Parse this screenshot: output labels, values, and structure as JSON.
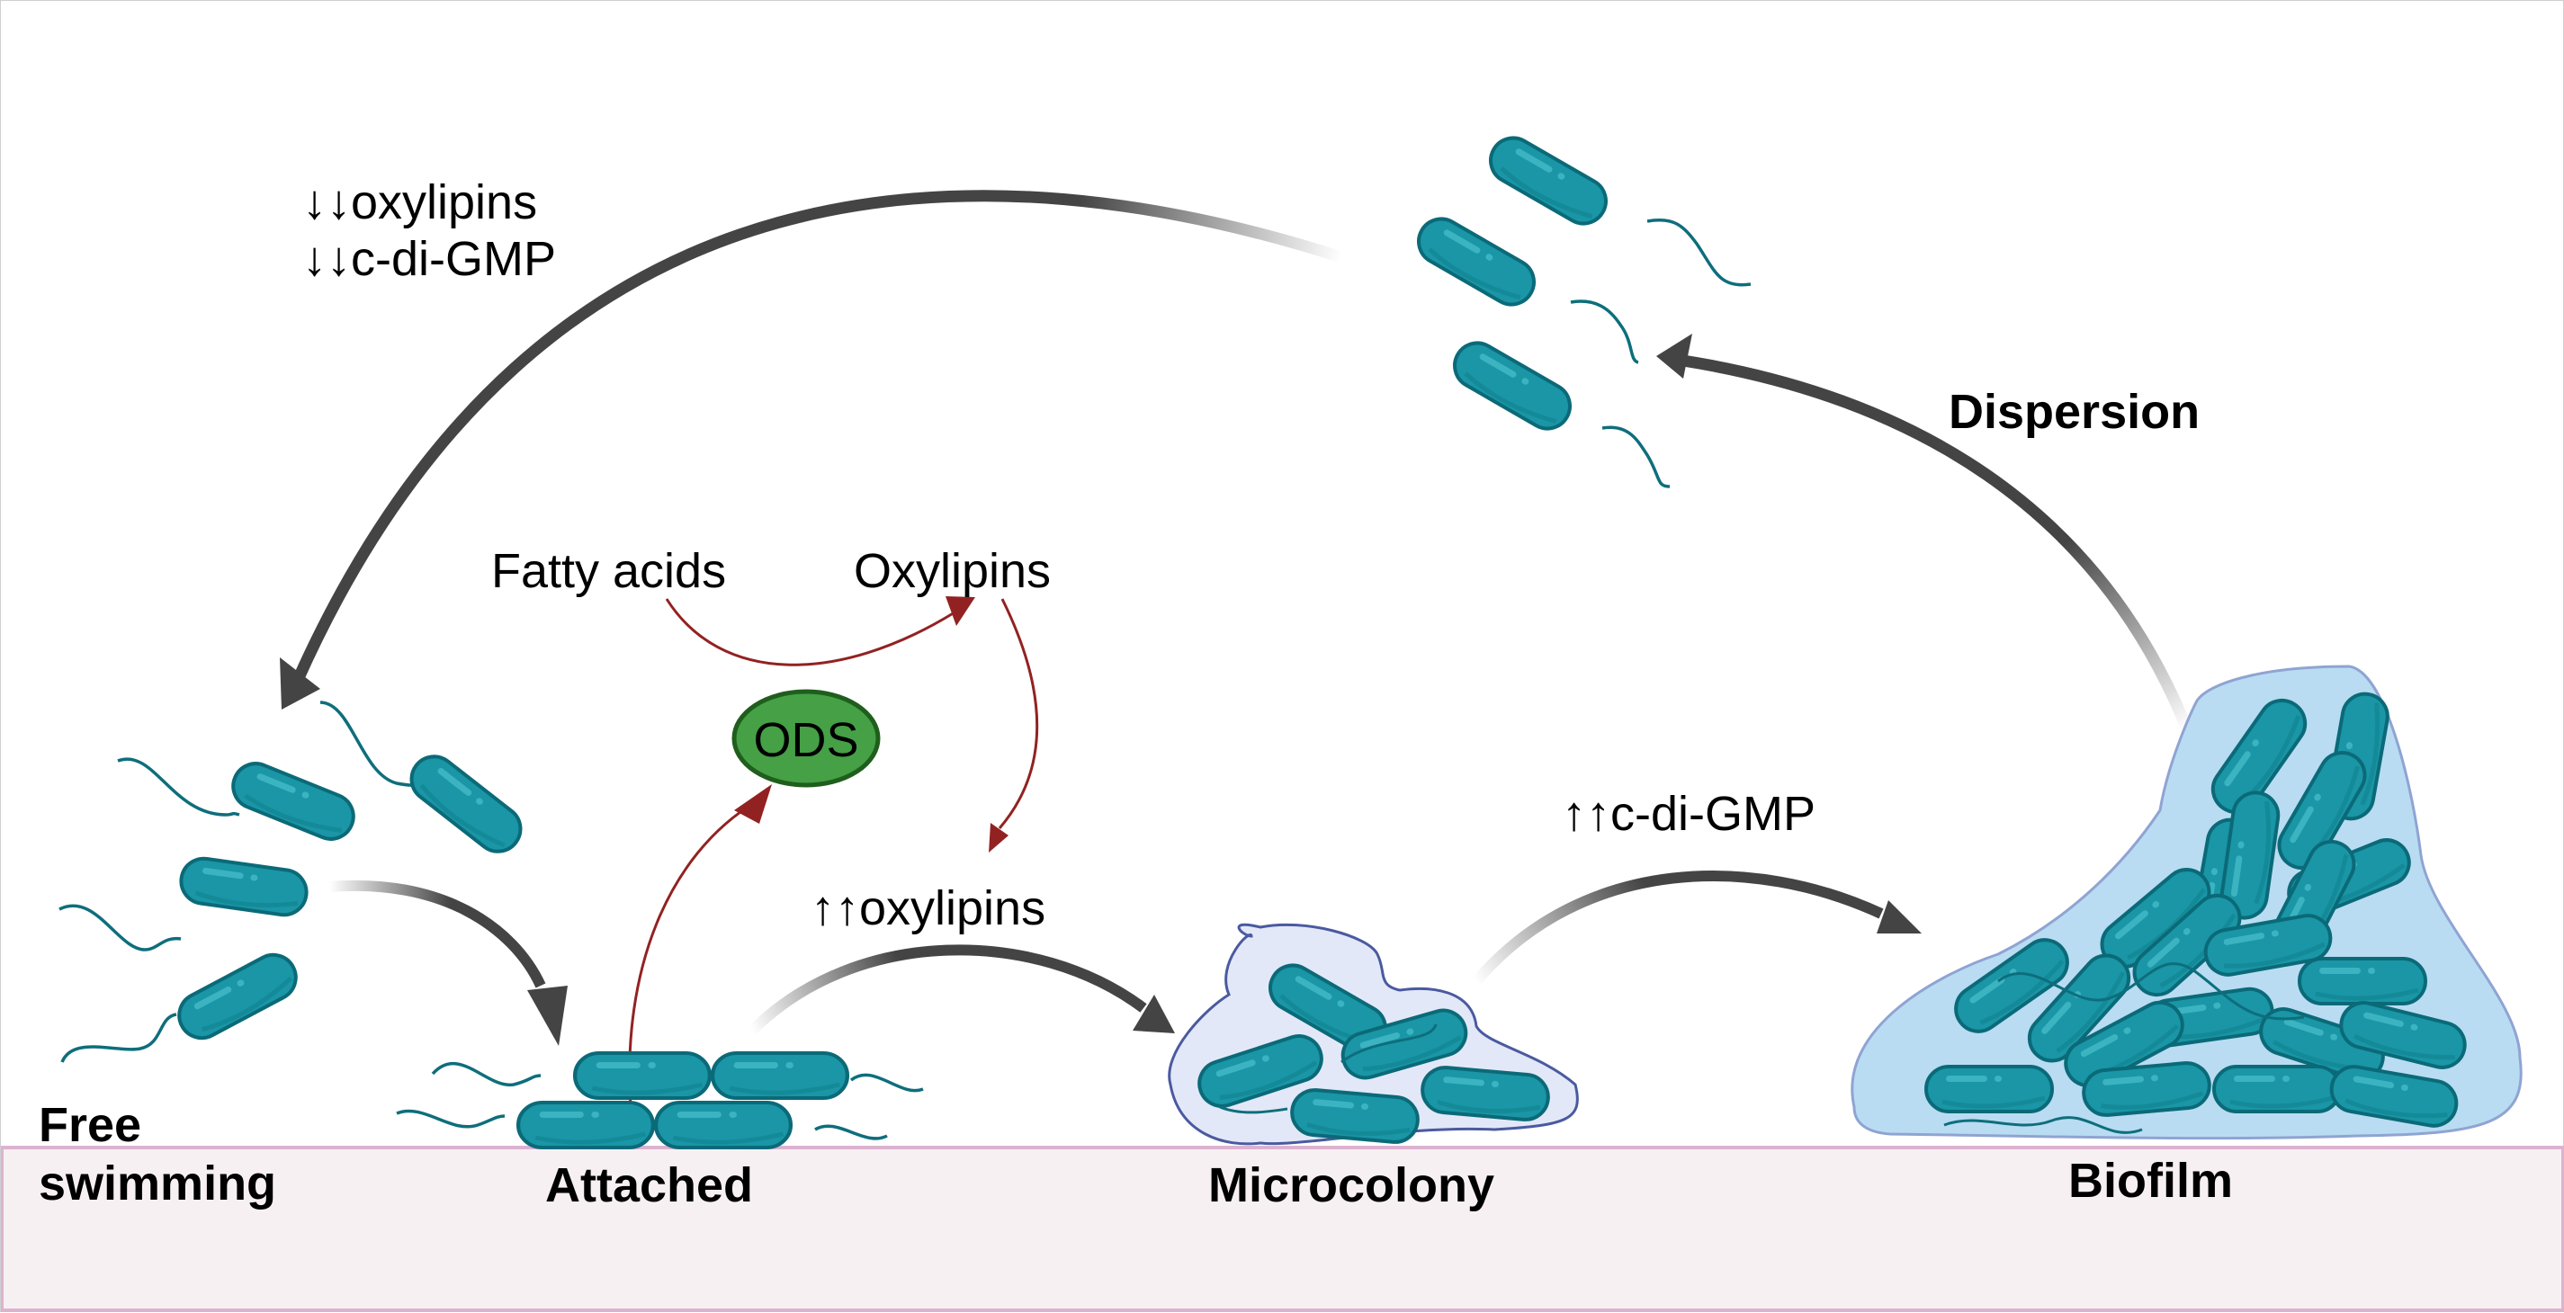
{
  "figure": {
    "title": "Biofilm life cycle and oxylipin signaling",
    "colors": {
      "bacterium_fill": "#1a96a6",
      "bacterium_stroke": "#0b6a78",
      "bacterium_highlight": "#3bb3c1",
      "flagellum": "#0e6e7c",
      "arrow_dark": "#444444",
      "arrow_red": "#922222",
      "ods_fill": "#45a046",
      "ods_stroke": "#1f5e1c",
      "matrix_micro_fill": "#e3e8f8",
      "matrix_micro_stroke": "#4a5aa0",
      "matrix_biofilm_fill": "#b9dcf2",
      "matrix_biofilm_stroke": "#8fa4d2",
      "surface_fill": "#f7f0f3",
      "surface_stroke": "#dcb3cf"
    }
  },
  "stages": {
    "free_swimming_line1": "Free",
    "free_swimming_line2": "swimming",
    "attached": "Attached",
    "microcolony": "Microcolony",
    "biofilm": "Biofilm",
    "dispersion": "Dispersion"
  },
  "annotations": {
    "down_oxylipins": "↓↓oxylipins",
    "down_cdigmp": "↓↓c-di-GMP",
    "up_oxylipins": "↑↑oxylipins",
    "up_cdigmp": "↑↑c-di-GMP"
  },
  "pathway": {
    "substrate": "Fatty acids",
    "product": "Oxylipins",
    "enzyme": "ODS"
  }
}
